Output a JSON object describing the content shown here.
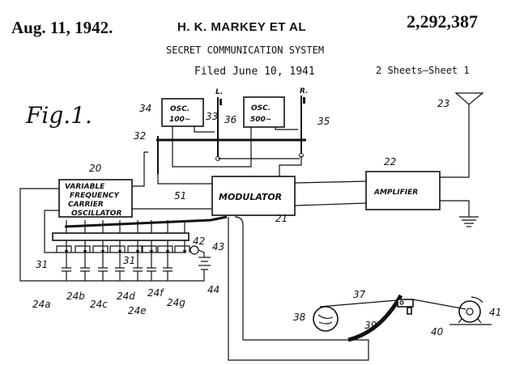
{
  "header": {
    "date": "Aug. 11, 1942.",
    "inventor": "H. K. MARKEY ET AL",
    "patent_number": "2,292,387",
    "title": "SECRET COMMUNICATION SYSTEM",
    "filed": "Filed June 10, 1941",
    "sheets": "2 Sheets—Sheet 1"
  },
  "figure": {
    "label": "Fig.1.",
    "blocks": {
      "osc1_line1": "OSC.",
      "osc1_line2": "100~",
      "osc2_line1": "OSC.",
      "osc2_line2": "500~",
      "vfo_line1": "VARIABLE",
      "vfo_line2": "FREQUENCY",
      "vfo_line3": "CARRIER",
      "vfo_line4": "OSCILLATOR",
      "modulator": "MODULATOR",
      "amplifier": "AMPLIFIER"
    },
    "switch_labels": {
      "left": "L.",
      "right": "R."
    },
    "refs": {
      "r20": "20",
      "r21": "21",
      "r22": "22",
      "r23": "23",
      "r31a": "31",
      "r31b": "31",
      "r32": "32",
      "r33": "33",
      "r34": "34",
      "r35": "35",
      "r36": "36",
      "r37": "37",
      "r38": "38",
      "r39": "39",
      "r40": "40",
      "r41": "41",
      "r42": "42",
      "r43": "43",
      "r44": "44",
      "r51": "51",
      "r24a": "24a",
      "r24b": "24b",
      "r24c": "24c",
      "r24d": "24d",
      "r24e": "24e",
      "r24f": "24f",
      "r24g": "24g"
    }
  }
}
